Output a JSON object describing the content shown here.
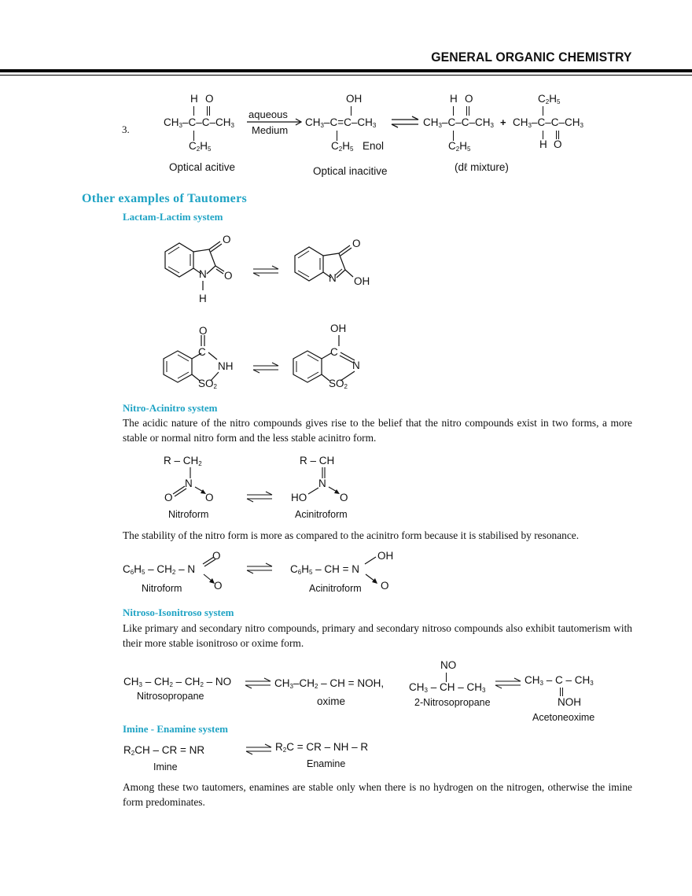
{
  "header": {
    "title": "GENERAL ORGANIC CHEMISTRY"
  },
  "example3": {
    "number": "3.",
    "reactant": {
      "top_h": "H",
      "top_o": "O",
      "chain": "CH3–C–C–CH3",
      "bottom": "C2H5",
      "label": "Optical acitive"
    },
    "arrow": {
      "above": "aqueous",
      "below": "Medium"
    },
    "enol": {
      "top": "OH",
      "chain": "CH3–C=C–CH3",
      "bottom": "C2H5",
      "tag": "Enol",
      "label": "Optical inacitive"
    },
    "product1": {
      "top_h": "H",
      "top_o": "O",
      "chain": "CH3–C–C–CH3",
      "bottom": "C2H5"
    },
    "plus": "+",
    "product2": {
      "top": "C2H5",
      "chain": "CH3–C–C–CH3",
      "bottom_h": "H",
      "bottom_o": "O"
    },
    "mixture_label": "(dℓ mixture)"
  },
  "section": {
    "title": "Other examples of Tautomers"
  },
  "lactam_lactim": {
    "title": "Lactam-Lactim system",
    "isatin_keto": {
      "o1": "O",
      "o2": "O",
      "n": "N",
      "h": "H"
    },
    "isatin_enol": {
      "o1": "O",
      "n": "N",
      "oh": "OH"
    },
    "saccharin_keto": {
      "o": "O",
      "c": "C",
      "nh": "NH",
      "so2": "SO2"
    },
    "saccharin_enol": {
      "oh": "OH",
      "c": "C",
      "n": "N",
      "so2": "SO2"
    }
  },
  "nitro_acinitro": {
    "title": "Nitro-Acinitro system",
    "paragraph": "The acidic nature of the nitro compounds gives rise to the belief that the nitro compounds exist in two forms, a more stable or normal nitro form and the less stable acinitro form.",
    "nitroform": {
      "top": "R – CH2",
      "n": "N",
      "o_left": "O",
      "o_right": "O",
      "label": "Nitroform"
    },
    "acinitroform": {
      "top": "R – CH",
      "n": "N",
      "ho": "HO",
      "o_right": "O",
      "label": "Acinitroform"
    },
    "paragraph2": "The stability of the nitro form is more as compared to the acinitro form because it is stabilised by resonance.",
    "example2": {
      "left_formula": "C6H5 – CH2 – N",
      "left_o_top": "O",
      "left_o_bottom": "O",
      "left_label": "Nitroform",
      "right_formula": "C6H5 – CH = N",
      "right_oh": "OH",
      "right_o": "O",
      "right_label": "Acinitroform"
    }
  },
  "nitroso_isonitroso": {
    "title": "Nitroso-Isonitroso system",
    "paragraph": "Like primary and secondary nitro compounds, primary and secondary nitroso compounds also exhibit tautomerism with their more stable isonitroso or oxime form.",
    "eq1": {
      "left": "CH3 – CH2 – CH2 – NO",
      "left_label": "Nitrosopropane",
      "right": "CH3–CH2 – CH = NOH,",
      "right_label": "oxime"
    },
    "eq2": {
      "left_top": "NO",
      "left": "CH3 – CH – CH3",
      "left_label": "2-Nitrosopropane",
      "right": "CH3 – C – CH3",
      "right_bottom": "NOH",
      "right_label": "Acetoneoxime"
    }
  },
  "imine_enamine": {
    "title": "Imine - Enamine system",
    "imine": "R2CH – CR = NR",
    "imine_label": "Imine",
    "enamine": "R2C = CR – NH – R",
    "enamine_label": "Enamine",
    "paragraph": "Among these two tautomers, enamines are stable only when there is no hydrogen on the nitrogen, otherwise the imine form predominates."
  },
  "colors": {
    "heading": "#1fa3c4",
    "text": "#111111"
  }
}
